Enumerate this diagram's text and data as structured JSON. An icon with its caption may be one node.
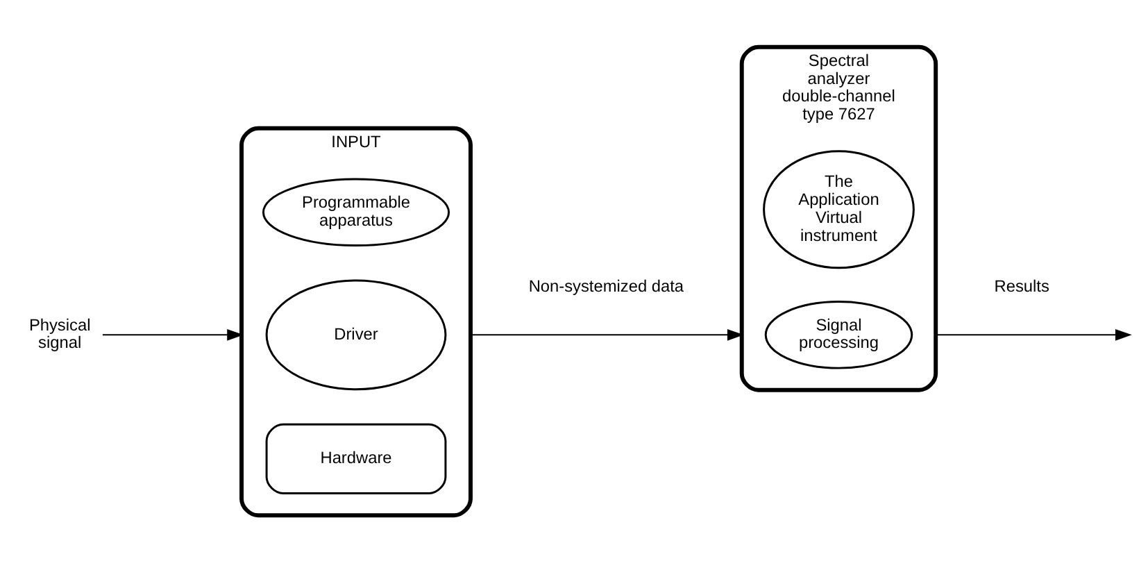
{
  "diagram": {
    "nodes": [
      {
        "text": [
          "INPUT"
        ]
      },
      {
        "text": [
          "Programmable apparatus"
        ],
        "in": 0
      },
      {
        "text": [
          "Driver"
        ],
        "in": 0
      },
      {
        "text": [
          "Hardware"
        ],
        "in": 0
      },
      {
        "text": [
          "Physical signal"
        ]
      },
      {
        "text": [
          "Spectral analyzer double-channel type 7627"
        ]
      },
      {
        "text": [
          "The Application Virtual instrument"
        ],
        "in": 5
      },
      {
        "text": [
          "Signal processing"
        ],
        "in": 5
      }
    ],
    "edges": [
      {
        "from": 4,
        "to": 0,
        "arrow": "to"
      },
      {
        "from": 0,
        "to": 5,
        "arrow": "to",
        "label": "Non-systemized data"
      },
      {
        "from": 5,
        "to": null,
        "arrow": "to",
        "label": "Results"
      }
    ]
  }
}
